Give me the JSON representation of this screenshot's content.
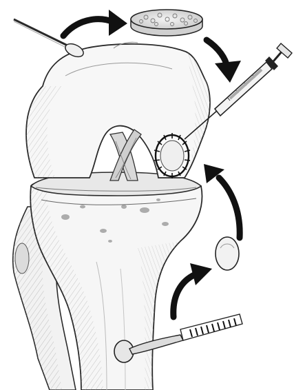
{
  "figure": {
    "style": "monochrome pencil anatomical illustration",
    "stroke_color": "#2a2a2a",
    "shade_color": "#8c8c8c",
    "paper_color": "#ffffff",
    "arrow_color": "#111111"
  },
  "elements": {
    "femur": "femur",
    "tibia": "tibia",
    "fibula": "fibula",
    "meniscus": "meniscus",
    "cruciate_ligaments": "cruciate-ligaments",
    "cartilage_defect": "sutured-cartilage-defect",
    "biopsy_swab": "biopsy-swab",
    "cultured_cell_disc": "cultured-cell-disc",
    "syringe": "syringe",
    "periosteal_patch": "periosteal-patch",
    "scalpel": "scalpel"
  }
}
